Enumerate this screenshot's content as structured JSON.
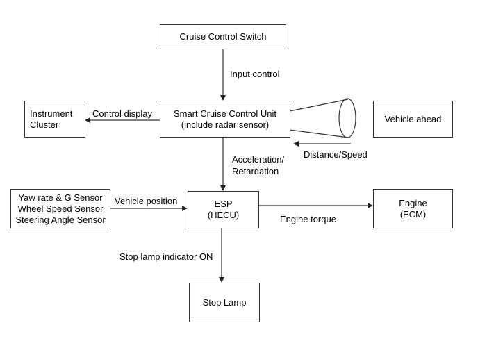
{
  "nodes": {
    "cruise_switch": "Cruise Control Switch",
    "scc_unit_line1": "Smart Cruise Control Unit",
    "scc_unit_line2": "(include radar sensor)",
    "instrument_line1": "Instrument",
    "instrument_line2": "Cluster",
    "vehicle_ahead": "Vehicle ahead",
    "sensors_line1": "Yaw rate & G Sensor",
    "sensors_line2": "Wheel Speed Sensor",
    "sensors_line3": "Steering Angle Sensor",
    "esp_line1": "ESP",
    "esp_line2": "(HECU)",
    "engine_line1": "Engine",
    "engine_line2": "(ECM)",
    "stop_lamp": "Stop Lamp"
  },
  "edges": {
    "input_control": "Input control",
    "control_display": "Control display",
    "distance_speed": "Distance/Speed",
    "accel_line1": "Acceleration/",
    "accel_line2": "Retardation",
    "vehicle_position": "Vehicle position",
    "engine_torque": "Engine torque",
    "stop_lamp_on": "Stop lamp indicator ON"
  }
}
